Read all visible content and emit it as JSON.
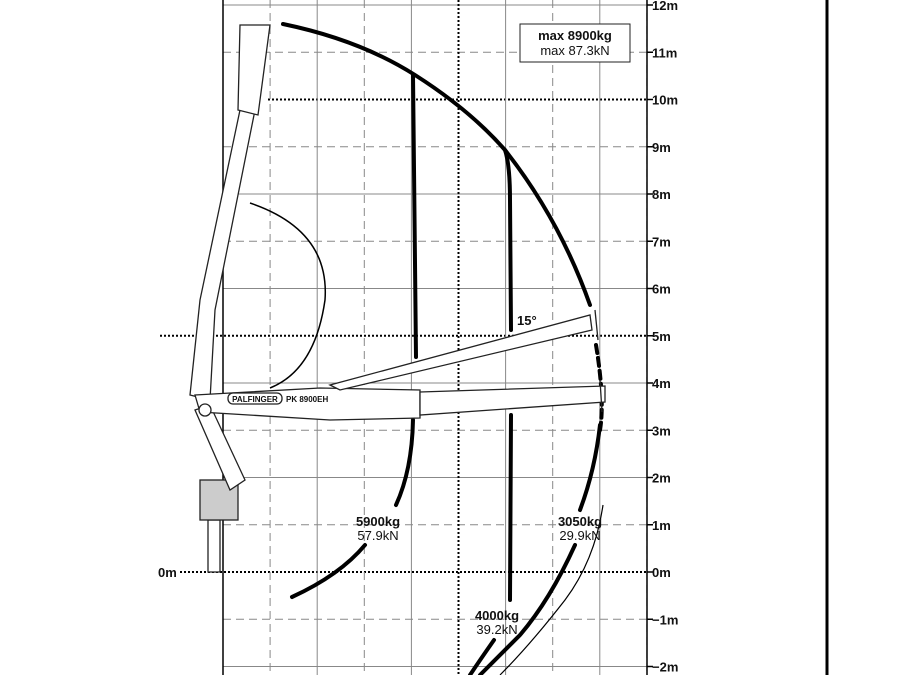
{
  "max_box": {
    "weight": "max 8900kg",
    "force": "max 87.3kN"
  },
  "y_axis_labels": [
    "12m",
    "11m",
    "10m",
    "9m",
    "8m",
    "7m",
    "6m",
    "5m",
    "4m",
    "3m",
    "2m",
    "1m",
    "0m",
    "−1m",
    "−2m"
  ],
  "left_zero_label": "0m",
  "angle_label": "15°",
  "brand_label": "PALFINGER",
  "model_label": "PK 8900EH",
  "load_points": [
    {
      "weight": "5900kg",
      "force": "57.9kN"
    },
    {
      "weight": "4000kg",
      "force": "39.2kN"
    },
    {
      "weight": "3050kg",
      "force": "29.9kN"
    }
  ]
}
